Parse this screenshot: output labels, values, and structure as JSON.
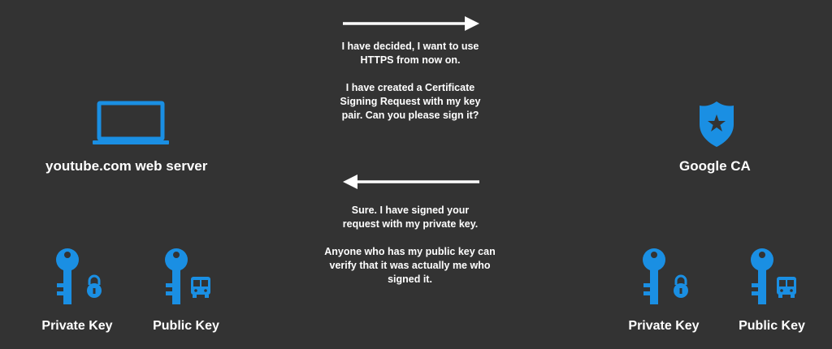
{
  "colors": {
    "background": "#333333",
    "accent": "#1a8fe3",
    "text": "#ffffff"
  },
  "left_entity": {
    "icon": "laptop-icon",
    "label": "youtube.com web server",
    "keys": [
      {
        "icon": "key-icon",
        "badge": "padlock-icon",
        "label": "Private Key"
      },
      {
        "icon": "key-icon",
        "badge": "bus-icon",
        "label": "Public Key"
      }
    ]
  },
  "right_entity": {
    "icon": "police-badge-icon",
    "label": "Google CA",
    "keys": [
      {
        "icon": "key-icon",
        "badge": "padlock-icon",
        "label": "Private Key"
      },
      {
        "icon": "key-icon",
        "badge": "bus-icon",
        "label": "Public Key"
      }
    ]
  },
  "messages": {
    "request": {
      "direction": "right",
      "paragraph1": "I have decided, I want to use HTTPS from now on.",
      "paragraph2": "I have created a Certificate Signing Request with my key pair. Can you please sign it?"
    },
    "response": {
      "direction": "left",
      "paragraph1": "Sure. I have signed your request with my private key.",
      "paragraph2": "Anyone who has my public key can verify that it was actually me who signed it."
    }
  }
}
